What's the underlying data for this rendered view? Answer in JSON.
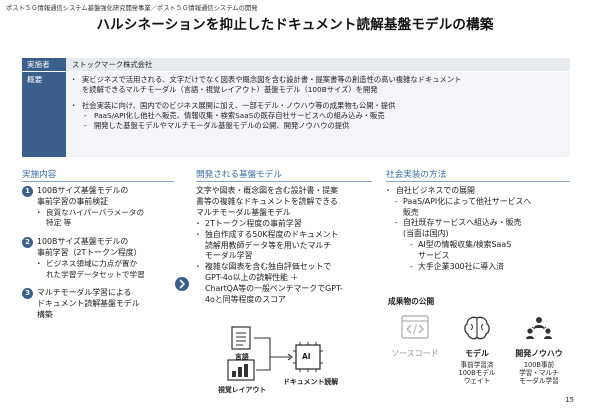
{
  "header": {
    "breadcrumb": "ポスト５Ｇ情報通信システム基盤強化研究開発事業／ポスト５Ｇ情報通信システムの開発",
    "title": "ハルシネーションを抑止したドキュメント読解基盤モデルの構築"
  },
  "info": {
    "company_label": "実施者",
    "company_value": "ストックマーク株式会社",
    "summary_label": "概要",
    "summary_b1_line1": "実ビジネスで活用される、文字だけでなく図表や概念図を含む設計書・提案書等の創造性の高い複雑なドキュメント",
    "summary_b1_line2": "を読解できるマルチモーダル（言語・視覚レイアウト）基盤モデル（100Bサイズ）を開発",
    "summary_b2": "社会実装に向け、国内でのビジネス展開に加え、一部モデル・ノウハウ等の成果物も公開・提供",
    "summary_sub1": "PaaS/API化し他社へ販売、情報収集・検索SaaSの既存自社サービスへの組み込み・販売",
    "summary_sub2": "開発した基盤モデルやマルチモーダル基盤モデルの公開、開発ノウハウの提供"
  },
  "left": {
    "heading": "実施内容",
    "step1_num": "1",
    "step1_l1": "100Bサイズ基盤モデルの",
    "step1_l2": "事前学習の事前検証",
    "step1_sub_l1": "良質なハイパーパラメータの",
    "step1_sub_l2": "特定 等",
    "step2_num": "2",
    "step2_l1": "100Bサイズ基盤モデルの",
    "step2_l2": "事前学習（2Tトークン程度）",
    "step2_sub_l1": "ビジネス領域に力点が置か",
    "step2_sub_l2": "れた学習データセットで学習",
    "step3_num": "3",
    "step3_l1": "マルチモーダル学習による",
    "step3_l2": "ドキュメント読解基盤モデル",
    "step3_l3": "構築"
  },
  "middle": {
    "heading": "開発される基盤モデル",
    "intro_l1": "文字や図表・概念図を含む設計書・提案",
    "intro_l2": "書等の複雑なドキュメントを読解できる",
    "intro_l3": "マルチモーダル基盤モデル",
    "b1": "2Tトークン程度の事前学習",
    "b2_l1": "独自作成する50K程度のドキュメント",
    "b2_l2": "読解用教師データ等を用いたマルチ",
    "b2_l3": "モーダル学習",
    "b3_l1": "複雑な図表を含む独自評価セットで",
    "b3_l2": "GPT-4o以上の読解性能 ＋",
    "b3_l3": "ChartQA等の一般ベンチマークでGPT-",
    "b3_l4": "4oと同等程度のスコア",
    "diagram_language": "言語",
    "diagram_layout": "視覚レイアウト",
    "diagram_output": "ドキュメント読解",
    "diagram_ai": "AI"
  },
  "right": {
    "heading": "社会実装の方法",
    "b1": "自社ビジネスでの展開",
    "sub1_l1": "PaaS/API化によって他社サービスへ",
    "sub1_l2": "販売",
    "sub2_l1": "自社既存サービスへ組込み・販売",
    "sub2_l2": "(当面は国内)",
    "subsub1_l1": "AI型の情報収集/検索SaaS",
    "subsub1_l2": "サービス",
    "subsub2": "大手企業300社に導入済",
    "pub_heading": "成果物の公開",
    "pub1_name": "ソースコード",
    "pub2_name": "モデル",
    "pub2_desc_l1": "事前学習済",
    "pub2_desc_l2": "100Bモデル",
    "pub2_desc_l3": "ウェイト",
    "pub3_name": "開発ノウハウ",
    "pub3_desc_l1": "100B事前",
    "pub3_desc_l2": "学習・マルチ",
    "pub3_desc_l3": "モーダル学習"
  },
  "footer": {
    "page_number": "15"
  },
  "colors": {
    "accent": "#3b5f8c",
    "heading": "#3b6ea5",
    "rule": "#8aa6c6",
    "muted": "#b5b5b5"
  }
}
